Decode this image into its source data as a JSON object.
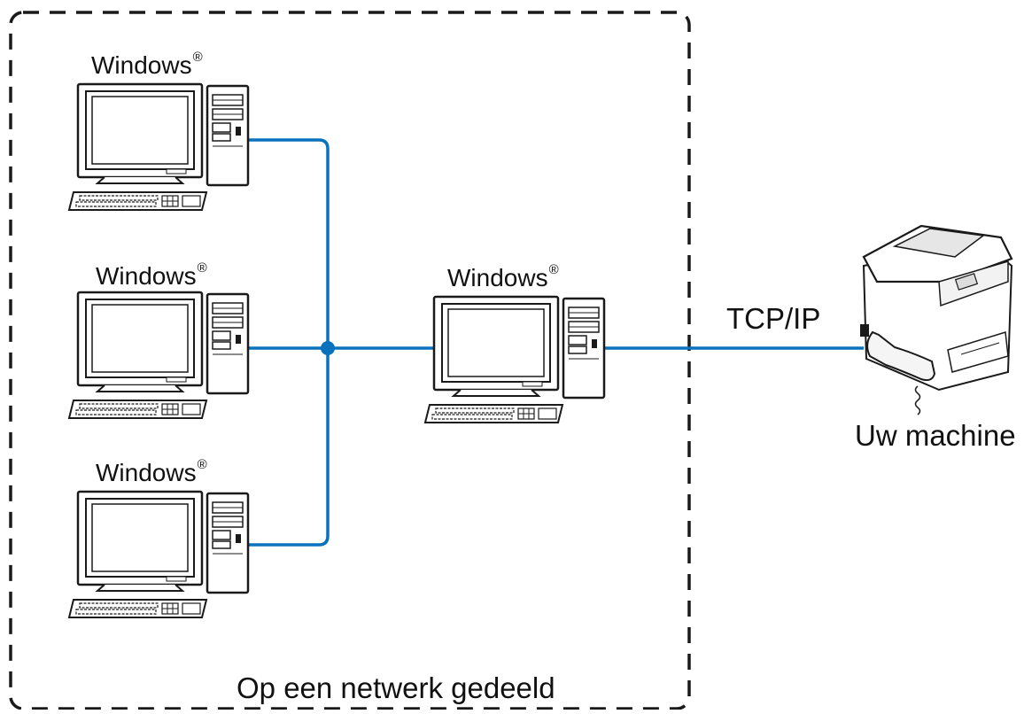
{
  "diagram": {
    "clients": [
      {
        "os_label": "Windows",
        "mark": "®"
      },
      {
        "os_label": "Windows",
        "mark": "®"
      },
      {
        "os_label": "Windows",
        "mark": "®"
      }
    ],
    "server": {
      "os_label": "Windows",
      "mark": "®"
    },
    "protocol_label": "TCP/IP",
    "machine_label": "Uw machine",
    "network_label": "Op een netwerk gedeeld",
    "colors": {
      "network_line": "#0a72bd",
      "boundary": "#1a1a1a",
      "device_outline": "#1a1a1a"
    },
    "icons": [
      "computer-icon",
      "tower-icon",
      "keyboard-icon",
      "printer-fax-icon"
    ]
  }
}
